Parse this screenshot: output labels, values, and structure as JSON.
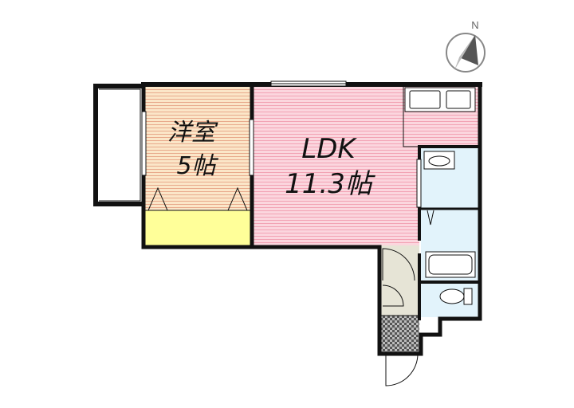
{
  "rooms": {
    "western": {
      "name": "洋室",
      "size": "5帖",
      "fill": "#fbe6c8",
      "line": "#e8a98b"
    },
    "ldk": {
      "name": "LDK",
      "size": "11.3帖",
      "fill": "#fbd6de",
      "line": "#f2a2b4"
    },
    "closet": {
      "fill": "#ffff99"
    },
    "wet_area": {
      "fill": "#e2f3fb"
    },
    "entrance": {
      "fill": "#e6e4d6"
    }
  },
  "compass": {
    "label": "N"
  },
  "colors": {
    "wall": "#111111",
    "tile_dark": "#555555",
    "tile_light": "#bbbbbb"
  }
}
